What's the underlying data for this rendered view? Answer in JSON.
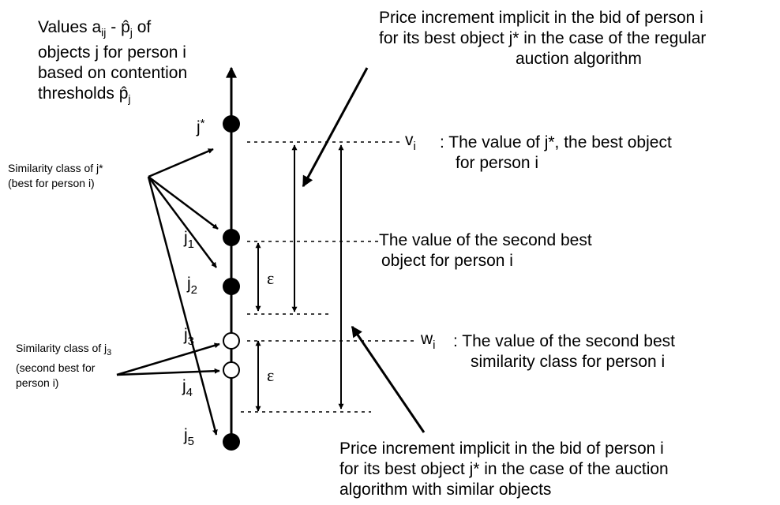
{
  "colors": {
    "ink": "#000000",
    "background": "#ffffff"
  },
  "values_label": {
    "line1_pre": "Values a",
    "line1_sub1": "ij",
    "line1_mid": " - p̂",
    "line1_sub2": "j",
    "line1_post": " of",
    "line2": "objects j for person i",
    "line3": "based on contention",
    "line4_pre": "thresholds p̂",
    "line4_sub": "j"
  },
  "objects": {
    "jstar": {
      "base": "j",
      "sup": "*"
    },
    "j1": {
      "base": "j",
      "sub": "1"
    },
    "j2": {
      "base": "j",
      "sub": "2"
    },
    "j3": {
      "base": "j",
      "sub": "3"
    },
    "j4": {
      "base": "j",
      "sub": "4"
    },
    "j5": {
      "base": "j",
      "sub": "5"
    }
  },
  "similarity_jstar": {
    "line1": "Similarity class of j*",
    "line2": "(best for person i)"
  },
  "similarity_j3": {
    "line1_pre": "Similarity class of j",
    "line1_sub": "3",
    "line2": "(second best for",
    "line3": "person i)"
  },
  "price_top": {
    "line1": "Price increment implicit in  the bid of person i",
    "line2": "for its best object j* in the case of the regular",
    "line3": "auction algorithm"
  },
  "price_bottom": {
    "line1": "Price increment implicit in  the bid of person i",
    "line2": "for its best object j* in the case of the auction",
    "line3": "algorithm with similar objects"
  },
  "vi": {
    "sym": "v",
    "sub": "i",
    "line1": ": The value of j*, the best object",
    "line2": "for person i"
  },
  "second_best": {
    "line1": "The value of the second best",
    "line2": "object for person i"
  },
  "wi": {
    "sym": "w",
    "sub": "i",
    "line1": ": The value of the second best",
    "line2": "similarity class for person i"
  },
  "epsilon_upper": "ε",
  "epsilon_lower": "ε"
}
